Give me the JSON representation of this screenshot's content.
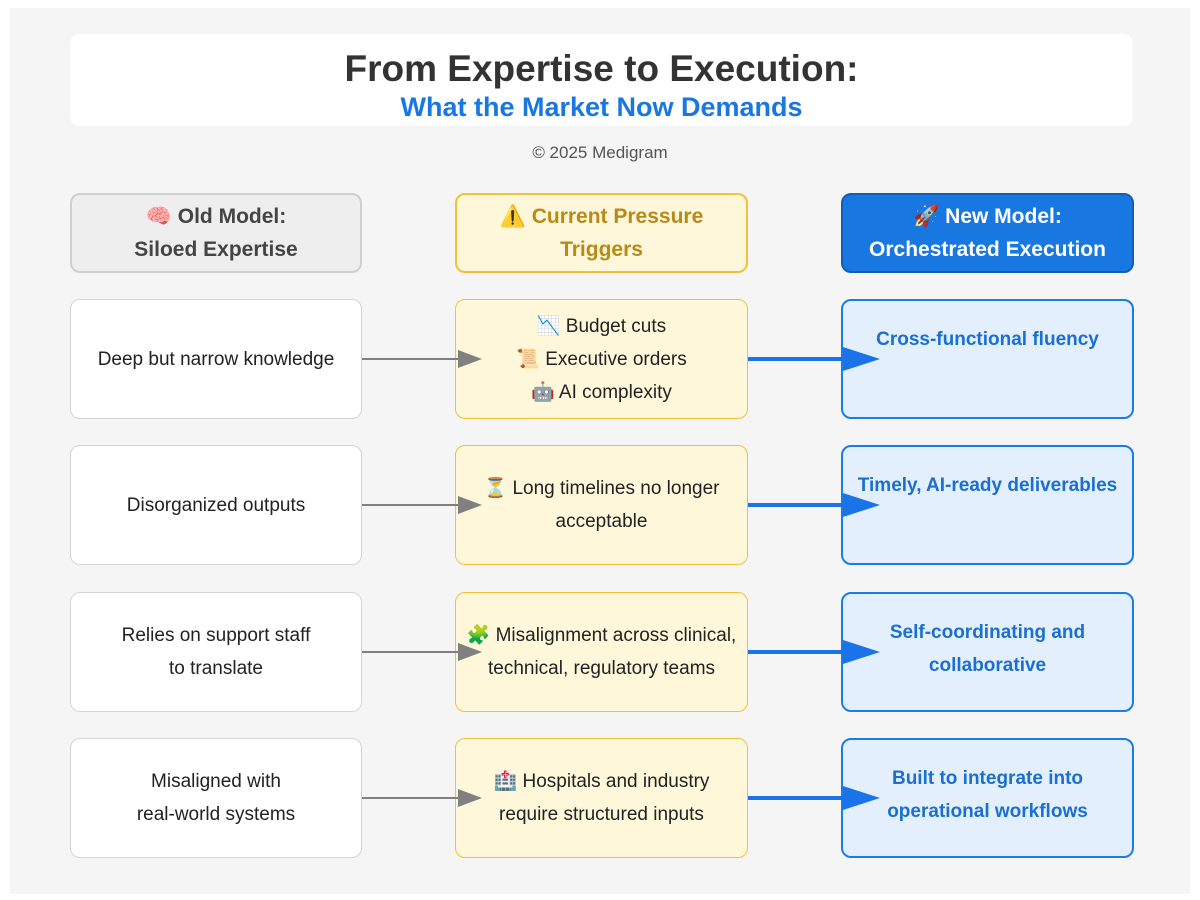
{
  "title": {
    "main": "From Expertise to Execution:",
    "sub": "What the Market Now Demands"
  },
  "copyright": "© 2025 Medigram",
  "headers": {
    "old": "🧠 Old Model:\nSiloed Expertise",
    "current": "⚠️ Current Pressure\nTriggers",
    "new": "🚀 New Model:\nOrchestrated Execution"
  },
  "rows": [
    {
      "old": "Deep but narrow knowledge",
      "current": "📉 Budget cuts\n📜 Executive orders\n🤖 AI complexity",
      "new": "Cross-functional fluency"
    },
    {
      "old": "Disorganized outputs",
      "current": "⏳ Long timelines no longer\nacceptable",
      "new": "Timely, AI-ready deliverables"
    },
    {
      "old": "Relies on support staff\nto translate",
      "current": "🧩 Misalignment across clinical,\ntechnical, regulatory teams",
      "new": "Self-coordinating and\ncollaborative"
    },
    {
      "old": "Misaligned with\nreal-world systems",
      "current": "🏥 Hospitals and industry\nrequire structured inputs",
      "new": "Built to integrate into\noperational workflows"
    }
  ],
  "colors": {
    "gray_arrow": "#808080",
    "blue_arrow": "#1a73e8",
    "accent_blue": "#1877e0",
    "pressure_gold": "#f0c23b"
  }
}
